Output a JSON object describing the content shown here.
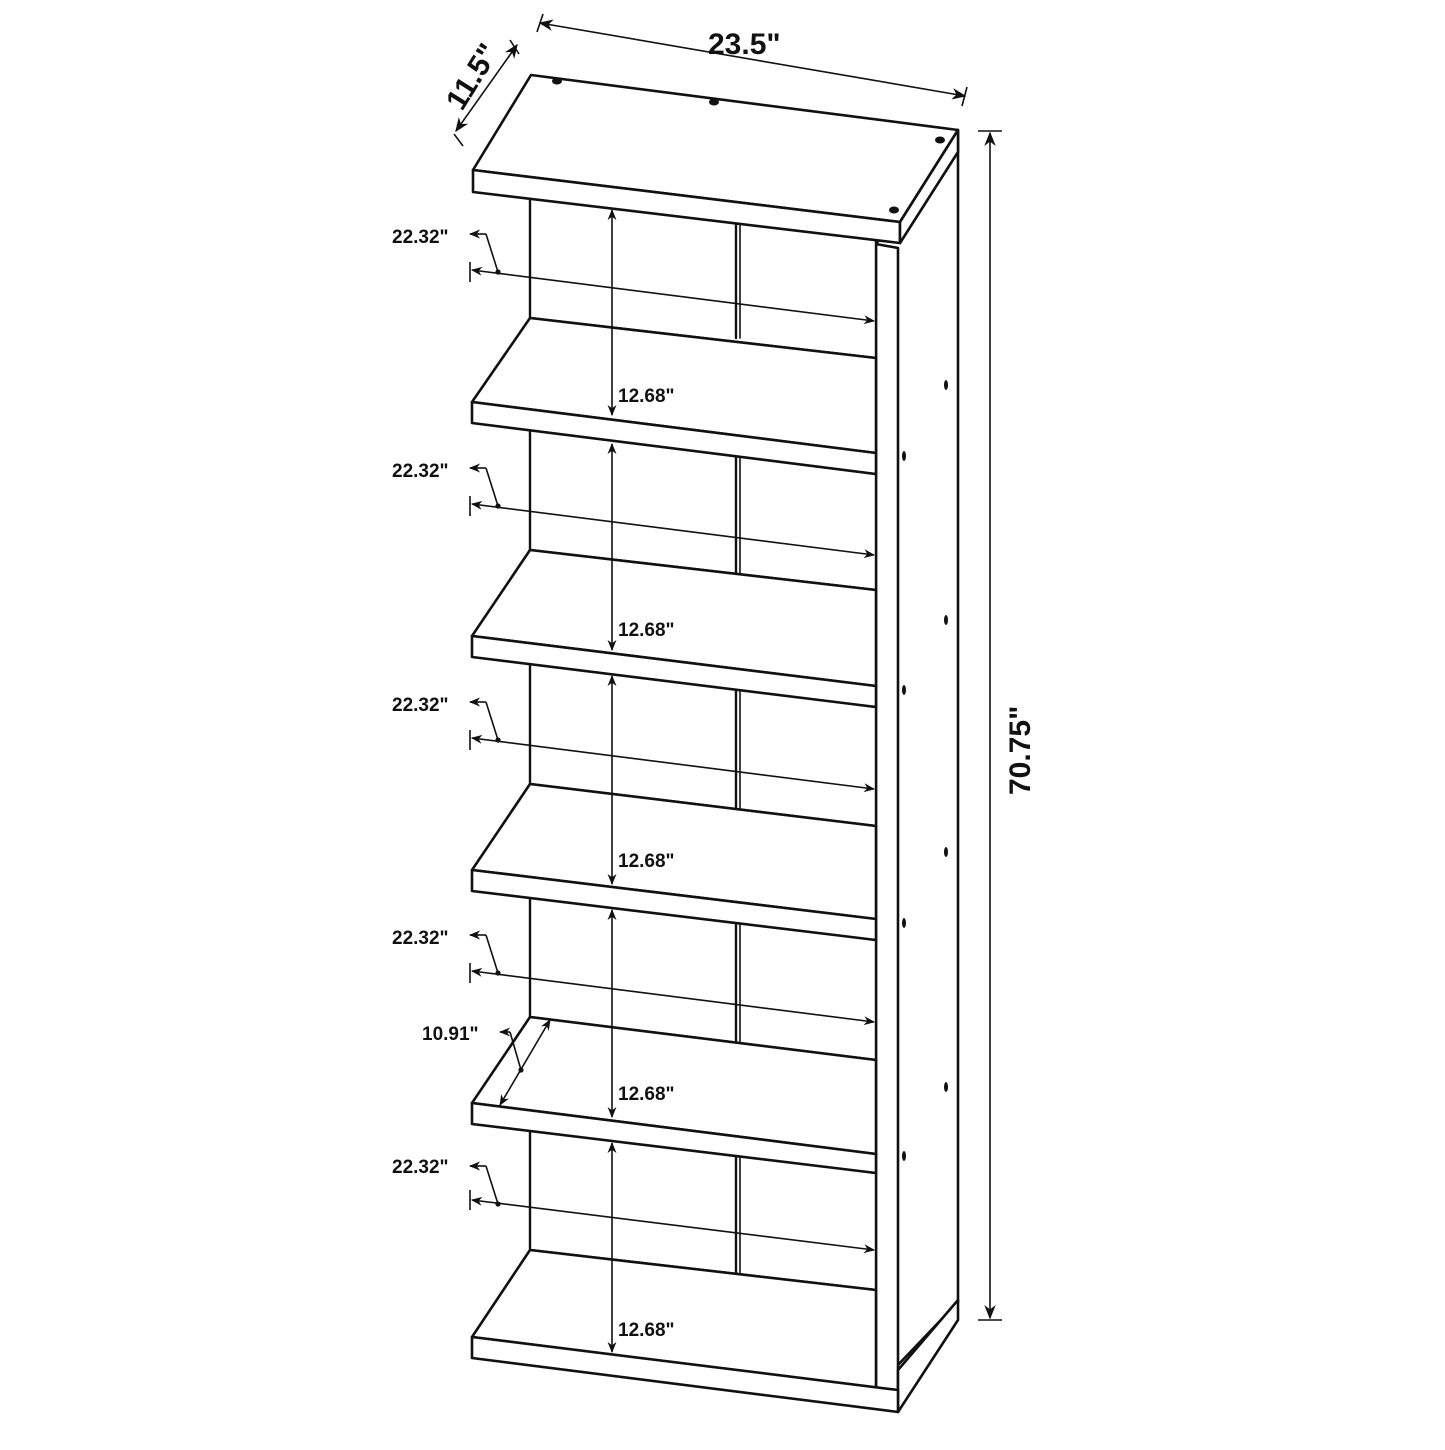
{
  "diagram": {
    "subject": "Bookshelf with staggered shelves - dimension drawing",
    "colors": {
      "line": "#111111",
      "background": "#ffffff"
    },
    "overall_dimensions": {
      "width": "23.5\"",
      "depth": "11.5\"",
      "height": "70.75\""
    },
    "shelf_dimensions": [
      {
        "width_label": "22.32\"",
        "height_label": "12.68\""
      },
      {
        "width_label": "22.32\"",
        "height_label": "12.68\""
      },
      {
        "width_label": "22.32\"",
        "height_label": "12.68\""
      },
      {
        "width_label": "22.32\"",
        "height_label": "12.68\""
      },
      {
        "width_label": "22.32\"",
        "height_label": "12.68\""
      }
    ],
    "shelf_depth_label": "10.91\""
  }
}
